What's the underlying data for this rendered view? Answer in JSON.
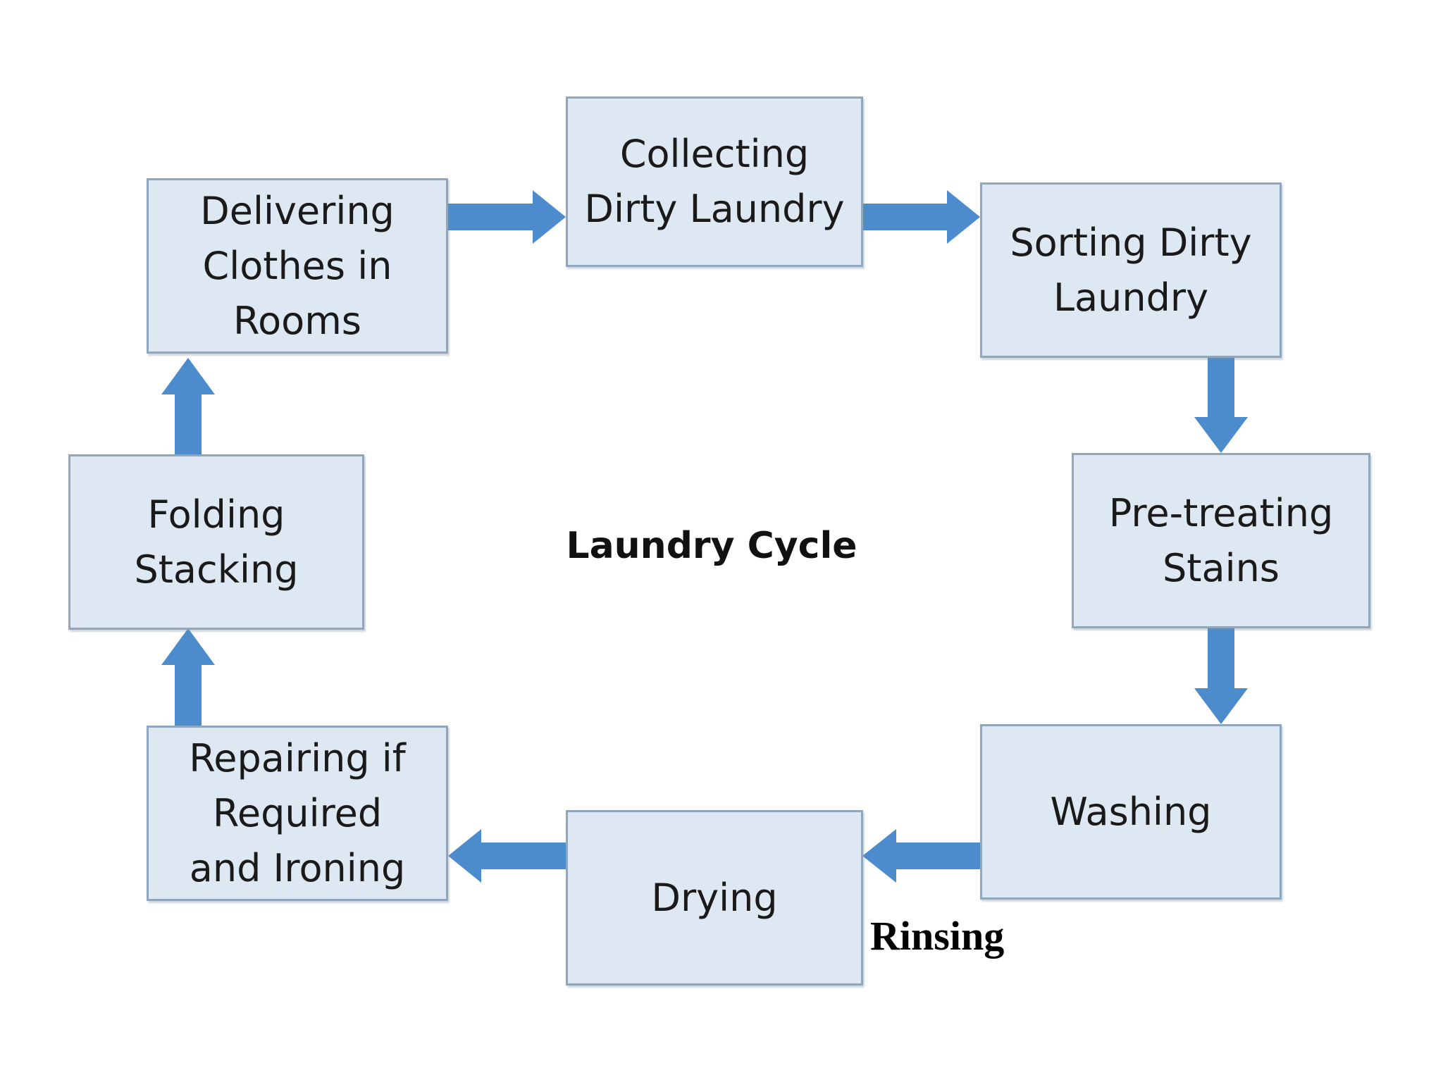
{
  "diagram": {
    "title": "Laundry Cycle",
    "nodes": {
      "collecting": "Collecting\nDirty Laundry",
      "sorting": "Sorting Dirty\nLaundry",
      "pretreating": "Pre-treating\nStains",
      "washing": "Washing",
      "drying": "Drying",
      "repairing": "Repairing if\nRequired\nand Ironing",
      "folding": "Folding\nStacking",
      "delivering": "Delivering\nClothes in\nRooms"
    },
    "arrow_label": "Rinsing",
    "colors": {
      "box_fill": "#dde8f2",
      "box_border": "#8fa6bd",
      "arrow": "#4d8ccc"
    }
  }
}
